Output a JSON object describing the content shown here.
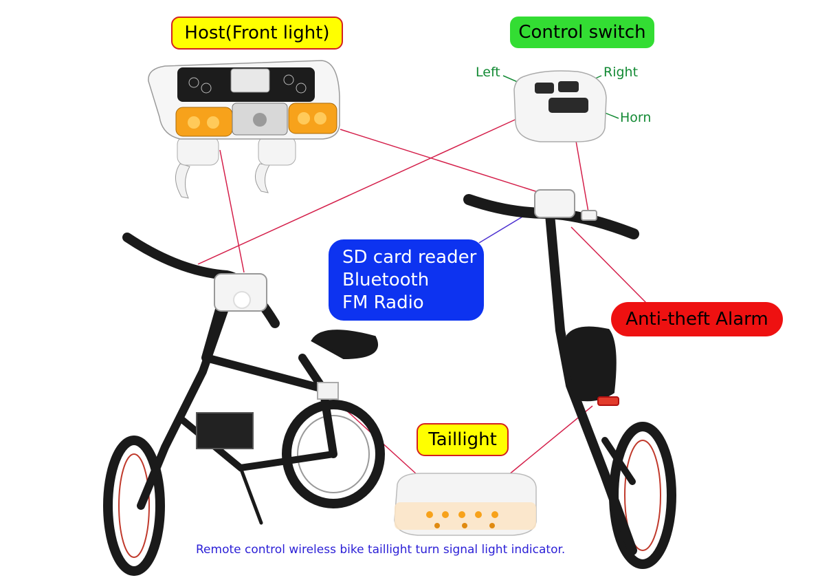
{
  "labels": {
    "host": "Host(Front light)",
    "control": "Control switch",
    "taillight": "Taillight",
    "alarm": "Anti-theft Alarm"
  },
  "features": [
    "SD card reader",
    "Bluetooth",
    "FM Radio"
  ],
  "switch_buttons": {
    "left": "Left",
    "right": "Right",
    "horn": "Horn"
  },
  "caption": "Remote control wireless bike taillight turn signal light indicator.",
  "colors": {
    "connector": "#d41f4a",
    "feature_connector": "#4b2fd0",
    "amber": "#f7a21b",
    "features_box": "#0d33f0"
  }
}
